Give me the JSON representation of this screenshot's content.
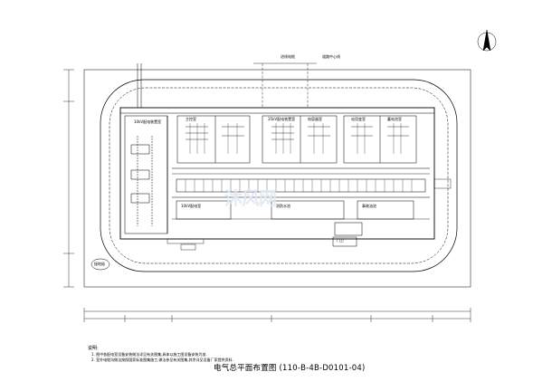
{
  "drawing": {
    "title": "电气总平面布置图 (110-B-4B-D0101-04)",
    "notes_title": "说明:",
    "notes": [
      "1. 图中各配电室设备安装做法详见有关图集,具体以施工图设备安装为准.",
      "2. 室外电缆沟做法按照国家标准图集施工,做法参见有关图集,其余详见设备厂家提供资料."
    ],
    "top_labels": {
      "cable_in": "进线电缆",
      "road_center": "道路中心线"
    },
    "north_arrow": "N",
    "corner_label": "接地极",
    "room_labels": [
      "10kV配电装置室",
      "主控室",
      "35kV配电装置室",
      "电容器室",
      "站用变室",
      "蓄电池室",
      "10kV配电室"
    ],
    "bottom_labels": [
      "消防水池",
      "事故油池",
      "门卫"
    ],
    "watermark": "沐风网"
  },
  "colors": {
    "line": "#000000",
    "watermark": "#dfe9f2"
  }
}
